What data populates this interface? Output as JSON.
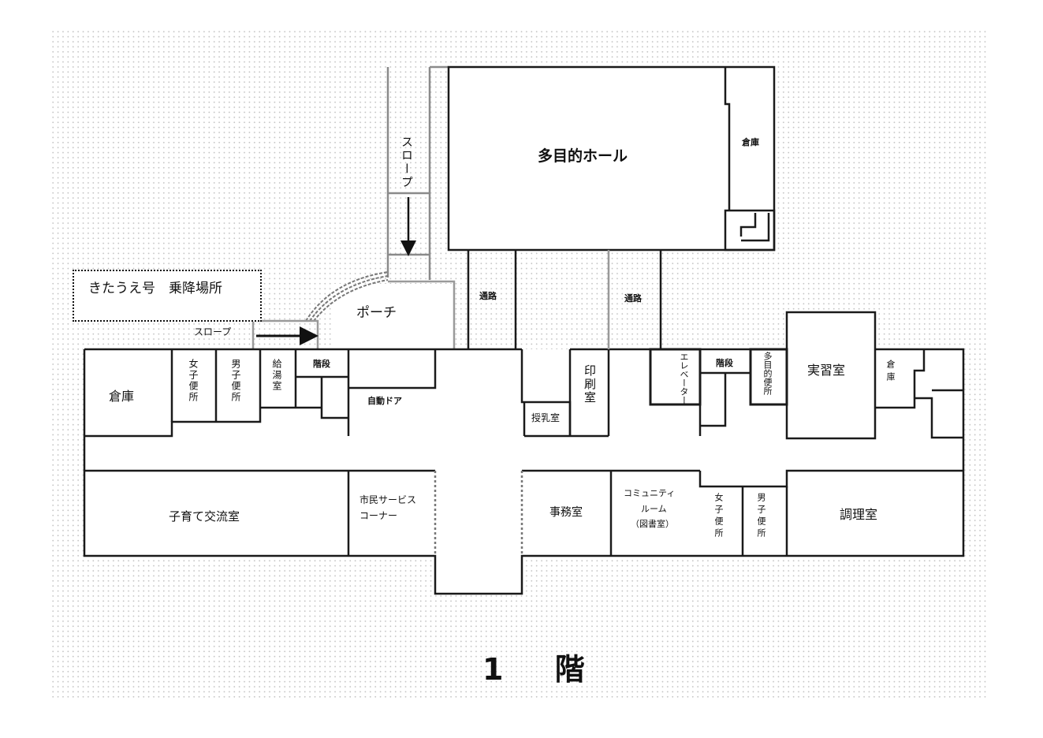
{
  "floor_title": {
    "number": "1",
    "label": "階"
  },
  "pickup": {
    "label": "きたうえ号　乗降場所"
  },
  "ramps": {
    "vertical": "スロープ",
    "horizontal": "スロープ"
  },
  "porch": "ポーチ",
  "auto_door": "自動ドア",
  "rooms": {
    "hall": "多目的ホール",
    "hall_storage": "倉庫",
    "passage_left": "通路",
    "passage_right": "通路",
    "storage_left": "倉庫",
    "womens_wc_left": "女子便所",
    "mens_wc_left": "男子便所",
    "kitchenette": "給湯室",
    "stairs_left": "階段",
    "nursing_room": "授乳室",
    "print_room": "印刷室",
    "elevator": "エレベーター",
    "stairs_right": "階段",
    "multipurpose_wc": "多目的便所",
    "practice_room": "実習室",
    "storage_right": "倉庫",
    "childcare_room": "子育て交流室",
    "citizen_service_line1": "市民サービス",
    "citizen_service_line2": "コーナー",
    "office": "事務室",
    "community_line1": "コミュニティ",
    "community_line2": "ルーム",
    "community_line3": "（図書室）",
    "womens_wc_right": "女子便所",
    "mens_wc_right": "男子便所",
    "cooking_room": "調理室"
  },
  "colors": {
    "wall": "#1a1a1a",
    "light_wall": "#9a9a9a",
    "dots": "#c4c4c4",
    "background": "#ffffff"
  }
}
